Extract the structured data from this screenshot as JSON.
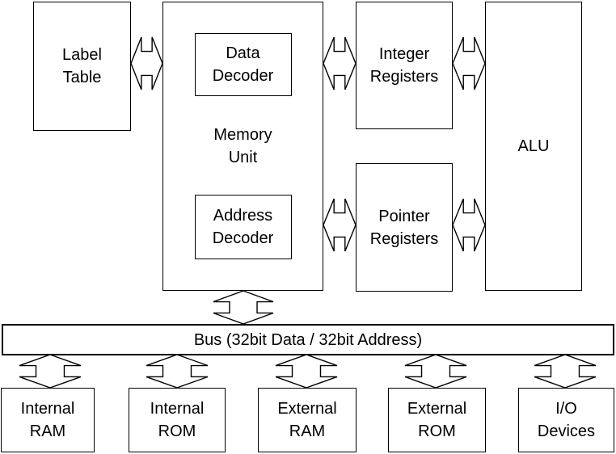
{
  "colors": {
    "background": "#ffffff",
    "stroke": "#000000",
    "text": "#000000"
  },
  "diagram": {
    "type": "block-diagram",
    "subject": "CPU / memory architecture",
    "nodes": {
      "label_table": "Label\nTable",
      "data_decoder": "Data\nDecoder",
      "memory_unit": "Memory\nUnit",
      "address_decoder": "Address\nDecoder",
      "integer_registers": "Integer\nRegisters",
      "pointer_registers": "Pointer\nRegisters",
      "alu": "ALU",
      "bus": "Bus (32bit Data / 32bit Address)",
      "internal_ram": "Internal\nRAM",
      "internal_rom": "Internal\nROM",
      "external_ram": "External\nRAM",
      "external_rom": "External\nROM",
      "io_devices": "I/O\nDevices"
    },
    "connections": [
      {
        "from": "label_table",
        "to": "memory_unit",
        "direction": "bidirectional"
      },
      {
        "from": "memory_unit",
        "to": "integer_registers",
        "direction": "bidirectional"
      },
      {
        "from": "integer_registers",
        "to": "alu",
        "direction": "bidirectional"
      },
      {
        "from": "memory_unit",
        "to": "pointer_registers",
        "direction": "bidirectional"
      },
      {
        "from": "pointer_registers",
        "to": "alu",
        "direction": "bidirectional"
      },
      {
        "from": "memory_unit",
        "to": "bus",
        "direction": "bidirectional"
      },
      {
        "from": "bus",
        "to": "internal_ram",
        "direction": "bidirectional"
      },
      {
        "from": "bus",
        "to": "internal_rom",
        "direction": "bidirectional"
      },
      {
        "from": "bus",
        "to": "external_ram",
        "direction": "bidirectional"
      },
      {
        "from": "bus",
        "to": "external_rom",
        "direction": "bidirectional"
      },
      {
        "from": "bus",
        "to": "io_devices",
        "direction": "bidirectional"
      }
    ]
  }
}
